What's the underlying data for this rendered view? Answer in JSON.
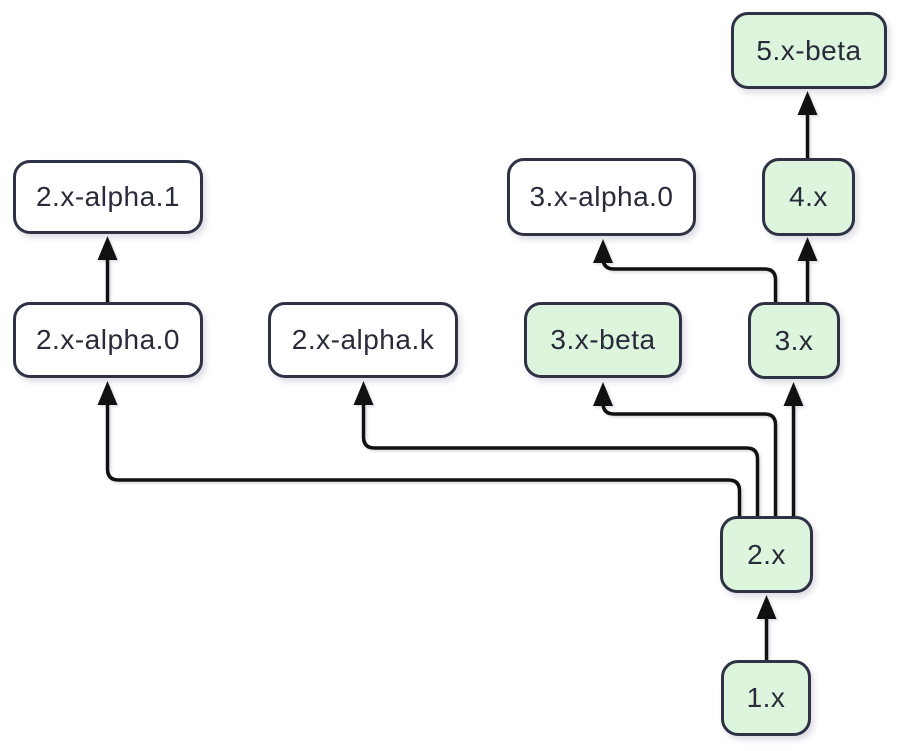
{
  "diagram": {
    "title": "version-branching-graph",
    "colors": {
      "background": "#ffffff",
      "node_green_fill": "#dcf5dc",
      "node_white_fill": "#ffffff",
      "node_border": "#2f3145",
      "edge": "#111111",
      "text": "#2a2b3a"
    },
    "nodes": [
      {
        "id": "5x-beta",
        "label": "5.x-beta",
        "variant": "green"
      },
      {
        "id": "2x-alpha-1",
        "label": "2.x-alpha.1",
        "variant": "white"
      },
      {
        "id": "3x-alpha-0",
        "label": "3.x-alpha.0",
        "variant": "white"
      },
      {
        "id": "4x",
        "label": "4.x",
        "variant": "green"
      },
      {
        "id": "2x-alpha-0",
        "label": "2.x-alpha.0",
        "variant": "white"
      },
      {
        "id": "2x-alpha-k",
        "label": "2.x-alpha.k",
        "variant": "white"
      },
      {
        "id": "3x-beta",
        "label": "3.x-beta",
        "variant": "green"
      },
      {
        "id": "3x",
        "label": "3.x",
        "variant": "green"
      },
      {
        "id": "2x",
        "label": "2.x",
        "variant": "green"
      },
      {
        "id": "1x",
        "label": "1.x",
        "variant": "green"
      }
    ],
    "edges": [
      {
        "from": "1.x",
        "to": "2.x"
      },
      {
        "from": "2.x",
        "to": "3.x"
      },
      {
        "from": "2.x",
        "to": "3.x-beta"
      },
      {
        "from": "2.x",
        "to": "2.x-alpha.k"
      },
      {
        "from": "2.x",
        "to": "2.x-alpha.0"
      },
      {
        "from": "2.x-alpha.0",
        "to": "2.x-alpha.1"
      },
      {
        "from": "3.x",
        "to": "4.x"
      },
      {
        "from": "3.x",
        "to": "3.x-alpha.0"
      },
      {
        "from": "4.x",
        "to": "5.x-beta"
      }
    ]
  }
}
